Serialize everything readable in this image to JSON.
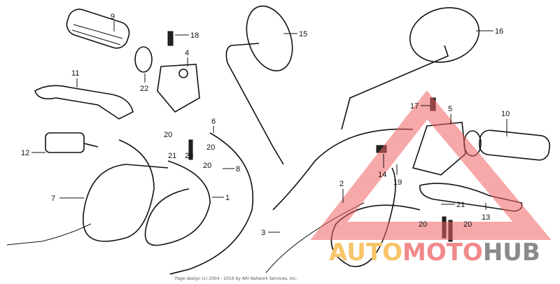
{
  "diagram": {
    "callouts": [
      "1",
      "2",
      "3",
      "4",
      "5",
      "6",
      "7",
      "8",
      "9",
      "10",
      "11",
      "12",
      "13",
      "14",
      "15",
      "16",
      "17",
      "18",
      "19",
      "20",
      "20",
      "20",
      "20",
      "20",
      "20",
      "21",
      "21",
      "22"
    ],
    "copyright": "Page design (c) 2004 - 2019 by ARI Network Services, Inc.",
    "watermark": {
      "part1": "AUTO",
      "part2": "MOTO",
      "part3": "HUB",
      "colors": {
        "auto": "#f7c56a",
        "moto": "#f08a8a",
        "hub": "#8a8a8a",
        "triangle": "#f06060"
      }
    }
  }
}
